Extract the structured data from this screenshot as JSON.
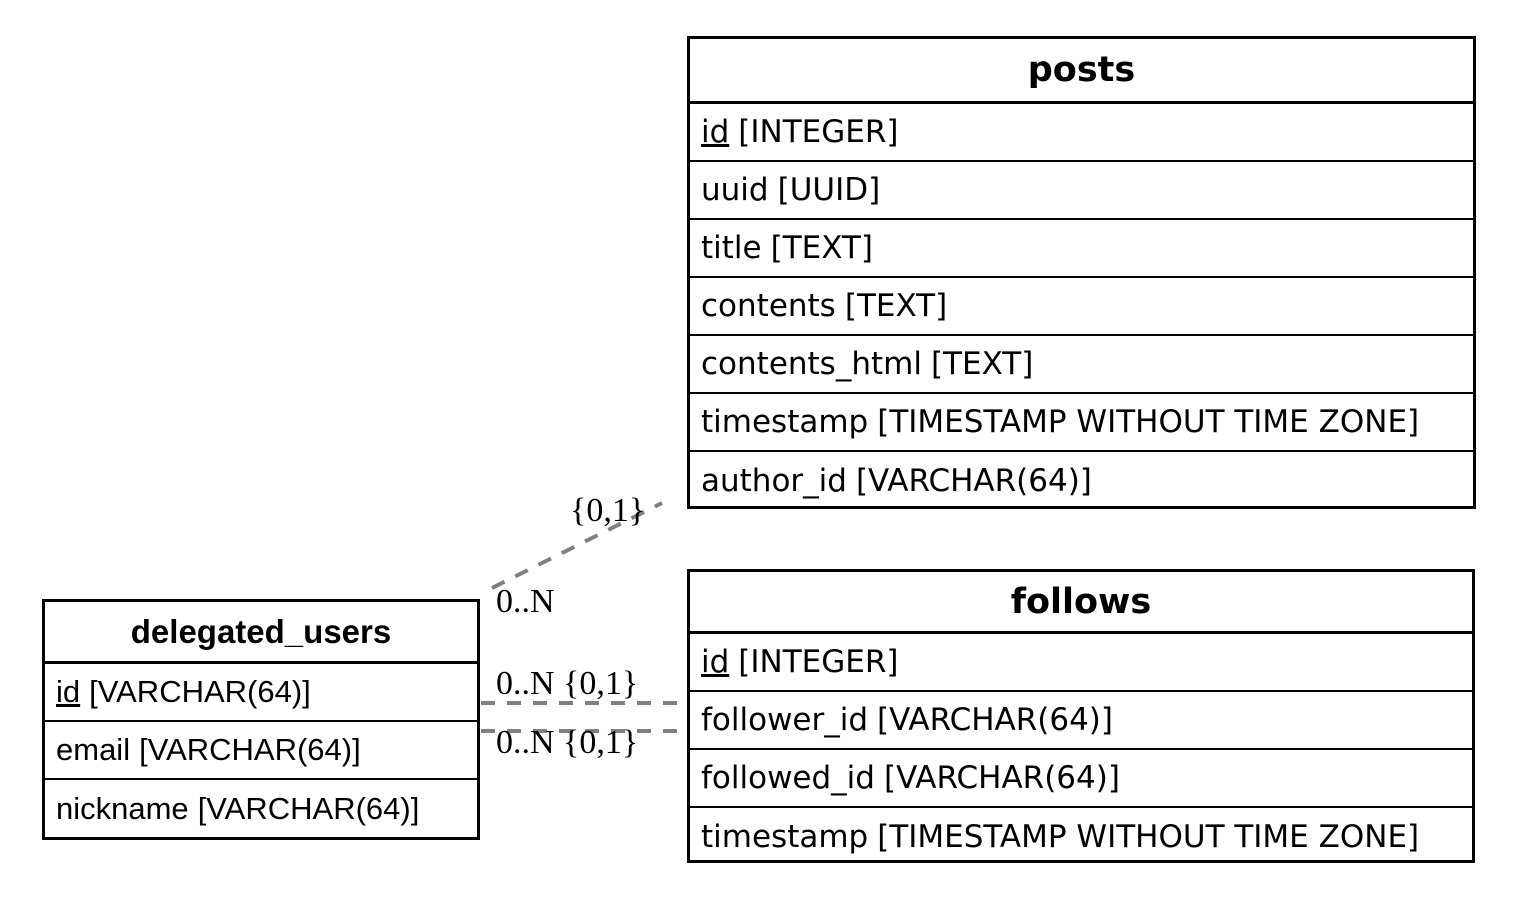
{
  "diagram": {
    "kind": "entity-relationship-diagram",
    "background_color": "#ffffff",
    "line_color": "#000000",
    "edge_color": "#808080",
    "entities": [
      {
        "name": "posts",
        "title": "posts",
        "columns": [
          {
            "name": "id",
            "label_name": "id",
            "type": "[INTEGER]",
            "primary_key": true
          },
          {
            "name": "uuid",
            "label_name": "uuid",
            "type": "[UUID]",
            "primary_key": false
          },
          {
            "name": "title",
            "label_name": "title",
            "type": "[TEXT]",
            "primary_key": false
          },
          {
            "name": "contents",
            "label_name": "contents",
            "type": "[TEXT]",
            "primary_key": false
          },
          {
            "name": "contents_html",
            "label_name": "contents_html",
            "type": "[TEXT]",
            "primary_key": false
          },
          {
            "name": "timestamp",
            "label_name": "timestamp",
            "type": "[TIMESTAMP WITHOUT TIME ZONE]",
            "primary_key": false
          },
          {
            "name": "author_id",
            "label_name": "author_id",
            "type": "[VARCHAR(64)]",
            "primary_key": false
          }
        ]
      },
      {
        "name": "follows",
        "title": "follows",
        "columns": [
          {
            "name": "id",
            "label_name": "id",
            "type": "[INTEGER]",
            "primary_key": true
          },
          {
            "name": "follower_id",
            "label_name": "follower_id",
            "type": "[VARCHAR(64)]",
            "primary_key": false
          },
          {
            "name": "followed_id",
            "label_name": "followed_id",
            "type": "[VARCHAR(64)]",
            "primary_key": false
          },
          {
            "name": "timestamp",
            "label_name": "timestamp",
            "type": "[TIMESTAMP WITHOUT TIME ZONE]",
            "primary_key": false
          }
        ]
      },
      {
        "name": "delegated_users",
        "title": "delegated_users",
        "columns": [
          {
            "name": "id",
            "label_name": "id",
            "type": "[VARCHAR(64)]",
            "primary_key": true
          },
          {
            "name": "email",
            "label_name": "email",
            "type": "[VARCHAR(64)]",
            "primary_key": false
          },
          {
            "name": "nickname",
            "label_name": "nickname",
            "type": "[VARCHAR(64)]",
            "primary_key": false
          }
        ]
      }
    ],
    "relationships": [
      {
        "id": "users-posts",
        "from_entity": "delegated_users",
        "to_entity": "posts",
        "source_cardinality": "0..N",
        "target_cardinality": "{0,1}"
      },
      {
        "id": "users-follows-follower",
        "from_entity": "delegated_users",
        "to_entity": "follows",
        "source_cardinality": "0..N",
        "target_cardinality": "{0,1}"
      },
      {
        "id": "users-follows-followed",
        "from_entity": "delegated_users",
        "to_entity": "follows",
        "source_cardinality": "0..N",
        "target_cardinality": "{0,1}"
      }
    ],
    "labels": {
      "posts_target": "{0,1}",
      "posts_source": "0..N",
      "follows_follower": "0..N {0,1}",
      "follows_followed": "0..N {0,1}"
    }
  }
}
